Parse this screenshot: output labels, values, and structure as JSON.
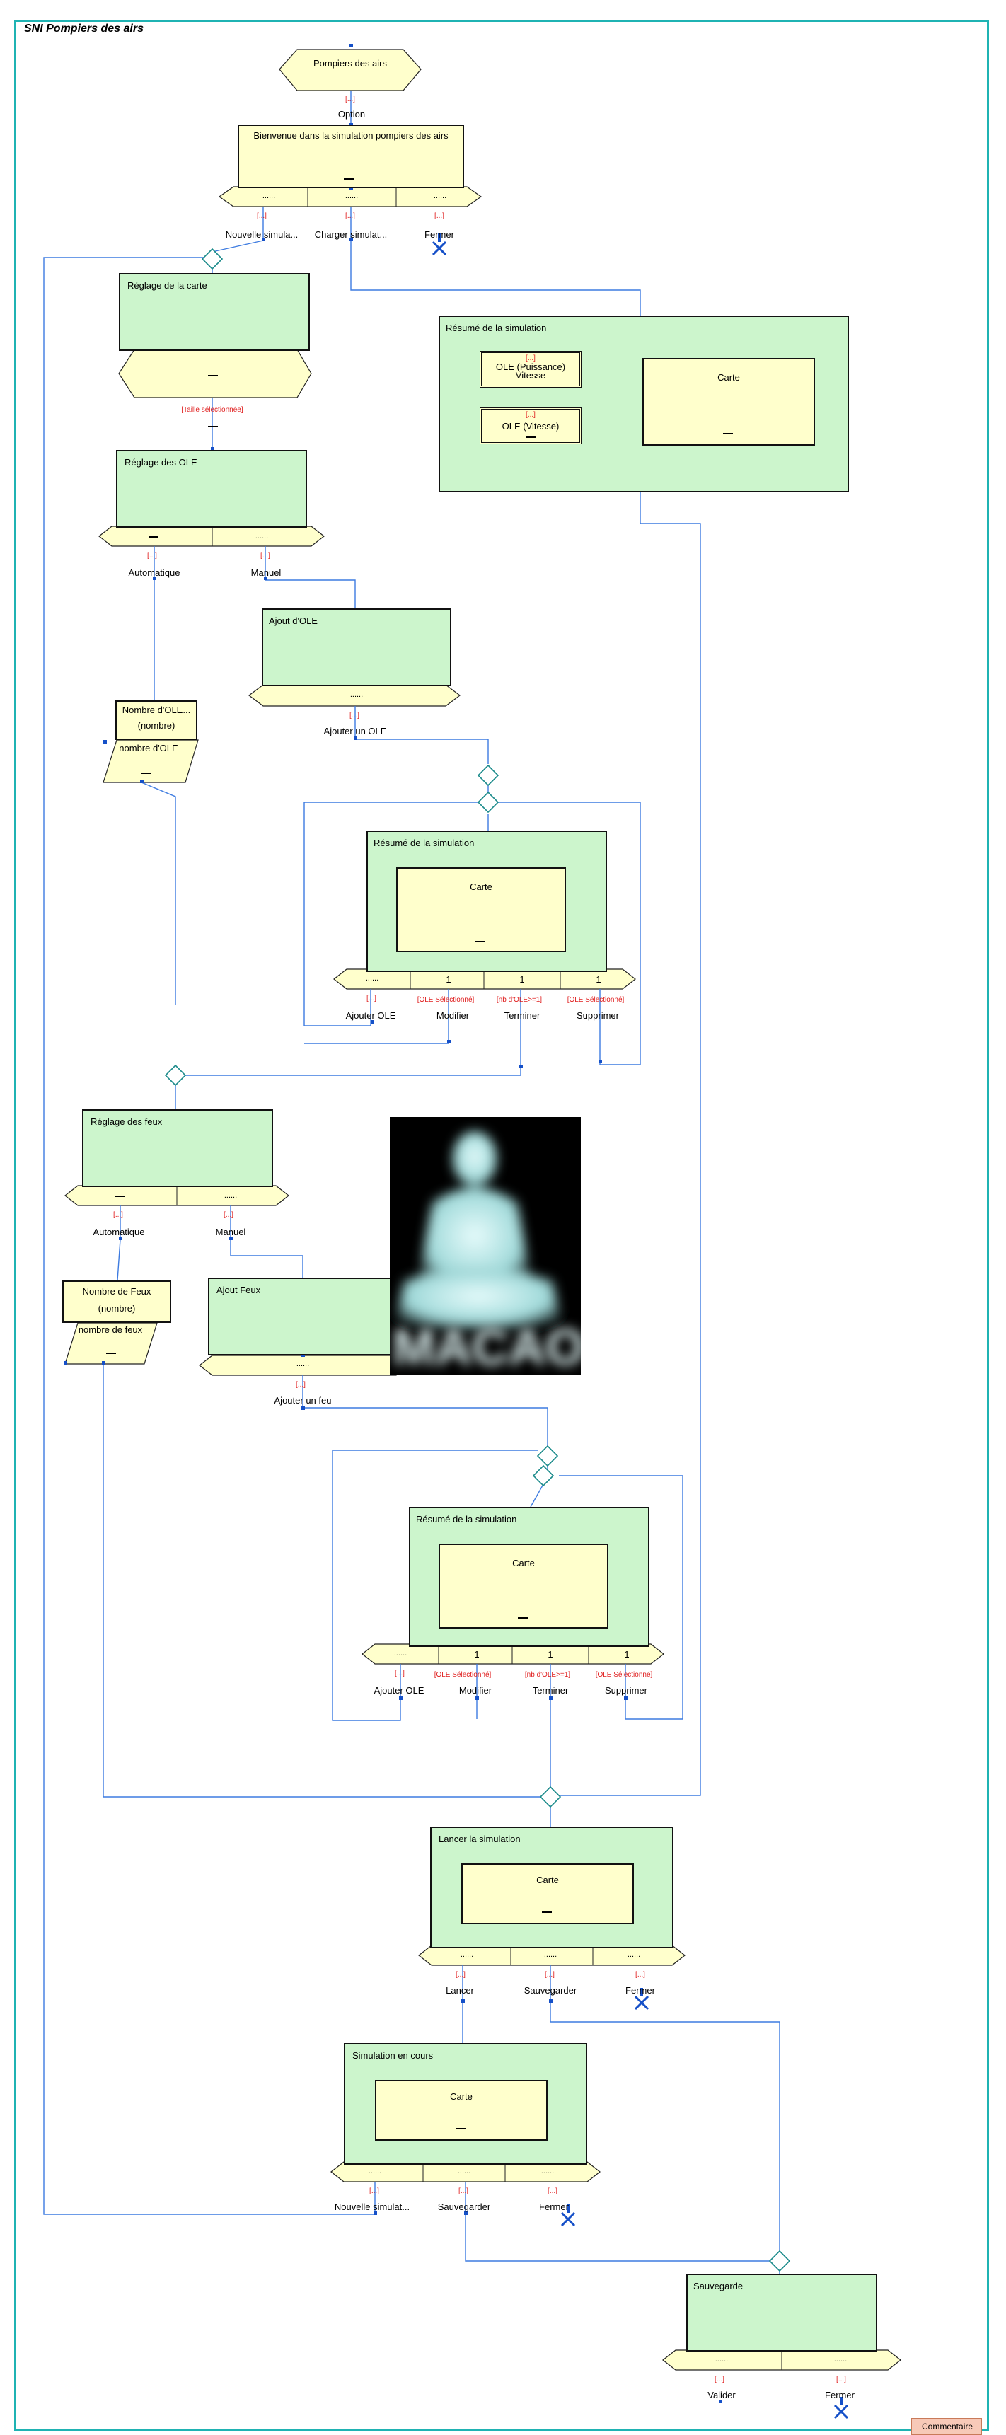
{
  "title": "SNI Pompiers des airs",
  "start": "Pompiers des airs",
  "option": "Option",
  "welcome": {
    "title": "Bienvenue dans la simulation pompiers des airs",
    "menu": [
      "......",
      "......",
      "......"
    ],
    "choices": [
      "Nouvelle simula...",
      "Charger simulat...",
      "Fermer"
    ]
  },
  "reglage_carte": {
    "title": "Réglage de la carte",
    "note": "[Taille sélectionnée]"
  },
  "resume_top": {
    "title": "Résumé de la simulation",
    "ole_puissance": "OLE (Puissance)\nVitesse",
    "ole_vitesse": "OLE (Vitesse)",
    "carte": "Carte"
  },
  "reglage_ole": {
    "title": "Réglage des OLE",
    "choices": [
      "Automatique",
      "Manuel"
    ]
  },
  "nombre_ole": {
    "line1": "Nombre d'OLE...",
    "line2": "(nombre)",
    "input": "nombre d'OLE"
  },
  "ajout_ole": {
    "title": "Ajout d'OLE",
    "menu": "......",
    "action": "Ajouter un OLE"
  },
  "resume_ole": {
    "title": "Résumé de la simulation",
    "carte": "Carte",
    "menu": [
      "......",
      "1",
      "1",
      "1"
    ],
    "conditions": [
      "[OLE Sélectionné]",
      "[nb d'OLE>=1]",
      "[OLE Sélectionné]"
    ],
    "actions": [
      "Ajouter OLE",
      "Modifier",
      "Terminer",
      "Supprimer"
    ]
  },
  "reglage_feux": {
    "title": "Réglage des feux",
    "choices": [
      "Automatique",
      "Manuel"
    ]
  },
  "nombre_feux": {
    "line1": "Nombre de Feux",
    "line2": "(nombre)",
    "input": "nombre de feux"
  },
  "ajout_feux": {
    "title": "Ajout Feux",
    "menu": "......",
    "action": "Ajouter un feu"
  },
  "photo_text": "MACAO",
  "resume_feux": {
    "title": "Résumé de la simulation",
    "carte": "Carte",
    "menu": [
      "......",
      "1",
      "1",
      "1"
    ],
    "conditions": [
      "[OLE Sélectionné]",
      "[nb d'OLE>=1]",
      "[OLE Sélectionné]"
    ],
    "actions": [
      "Ajouter OLE",
      "Modifier",
      "Terminer",
      "Supprimer"
    ]
  },
  "lancer": {
    "title": "Lancer la simulation",
    "carte": "Carte",
    "menu": [
      "......",
      "......",
      "......"
    ],
    "choices": [
      "Lancer",
      "Sauvegarder",
      "Fermer"
    ]
  },
  "en_cours": {
    "title": "Simulation en cours",
    "carte": "Carte",
    "menu": [
      "......",
      "......",
      "......"
    ],
    "choices": [
      "Nouvelle simulat...",
      "Sauvegarder",
      "Fermer"
    ]
  },
  "sauvegarde": {
    "title": "Sauvegarde",
    "menu": [
      "......",
      "......"
    ],
    "choices": [
      "Valider",
      "Fermer"
    ]
  },
  "small": "[...]",
  "comment": "Commentaire",
  "colors": {
    "frame": "#1fb3b3",
    "green": "#ccf5cc",
    "yellow": "#ffffcc",
    "link": "#3d7be0",
    "cond": "#e02020"
  }
}
